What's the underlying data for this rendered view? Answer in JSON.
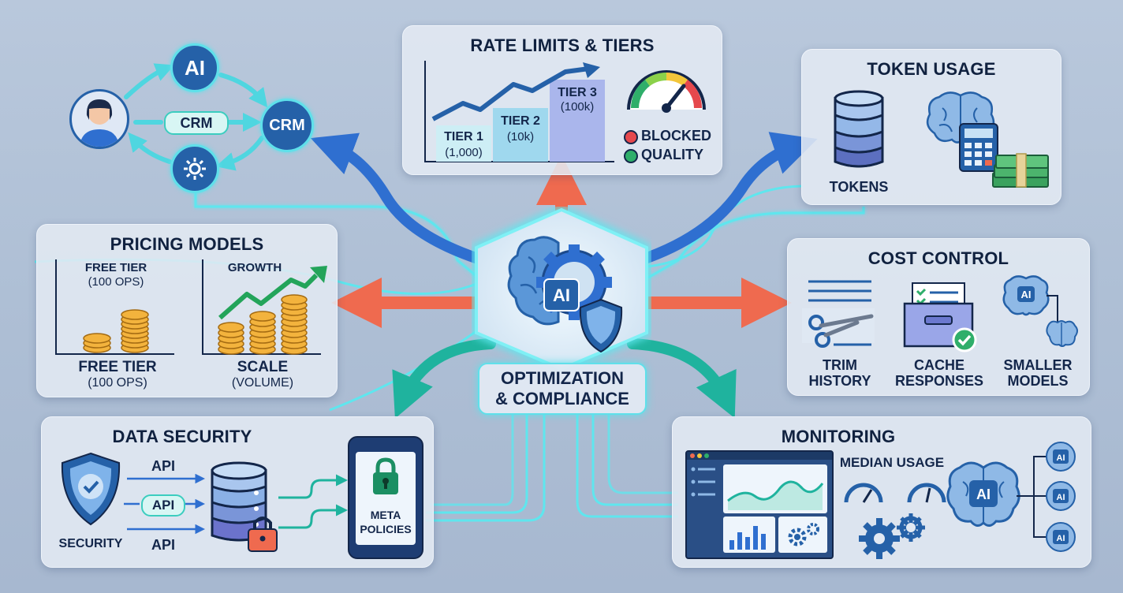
{
  "hub": {
    "line1": "OPTIMIZATION",
    "line2": "& COMPLIANCE",
    "badge": "AI"
  },
  "crm_flow": {
    "ai_node": "AI",
    "crm_pill": "CRM",
    "crm_node": "CRM"
  },
  "rate_limits": {
    "title": "RATE LIMITS & TIERS",
    "tiers": [
      {
        "name": "TIER 1",
        "limit": "(1,000)",
        "color": "#cdeef5"
      },
      {
        "name": "TIER 2",
        "limit": "(10k)",
        "color": "#9fd8ee"
      },
      {
        "name": "TIER 3",
        "limit": "(100k)",
        "color": "#aab6ec"
      }
    ],
    "legend": [
      {
        "label": "BLOCKED",
        "color": "#e5484d"
      },
      {
        "label": "QUALITY",
        "color": "#2fae6a"
      }
    ]
  },
  "token_usage": {
    "title": "TOKEN USAGE",
    "db_label": "TOKENS"
  },
  "pricing": {
    "title": "PRICING MODELS",
    "left_top": "FREE TIER",
    "left_top_sub": "(100 OPS)",
    "right_top": "GROWTH",
    "left_bottom": "FREE TIER",
    "left_bottom_sub": "(100 OPS)",
    "right_bottom": "SCALE",
    "right_bottom_sub": "(VOLUME)"
  },
  "cost_control": {
    "title": "COST CONTROL",
    "items": [
      {
        "line1": "TRIM",
        "line2": "HISTORY"
      },
      {
        "line1": "CACHE",
        "line2": "RESPONSES"
      },
      {
        "line1": "SMALLER",
        "line2": "MODELS"
      }
    ],
    "ai_badge": "AI"
  },
  "data_security": {
    "title": "DATA SECURITY",
    "security_label": "SECURITY",
    "api_labels": [
      "API",
      "API",
      "API"
    ],
    "phone_label_1": "META",
    "phone_label_2": "POLICIES"
  },
  "monitoring": {
    "title": "MONITORING",
    "median_label": "MEDIAN USAGE",
    "ai_badges": [
      "AI",
      "AI",
      "AI",
      "AI"
    ]
  },
  "colors": {
    "blue_arrow": "#2f6fd0",
    "orange_arrow": "#ef6a4f",
    "teal_arrow": "#26b9a2",
    "cyan_glow": "#5fe0ea",
    "dark_blue": "#2561a8"
  }
}
